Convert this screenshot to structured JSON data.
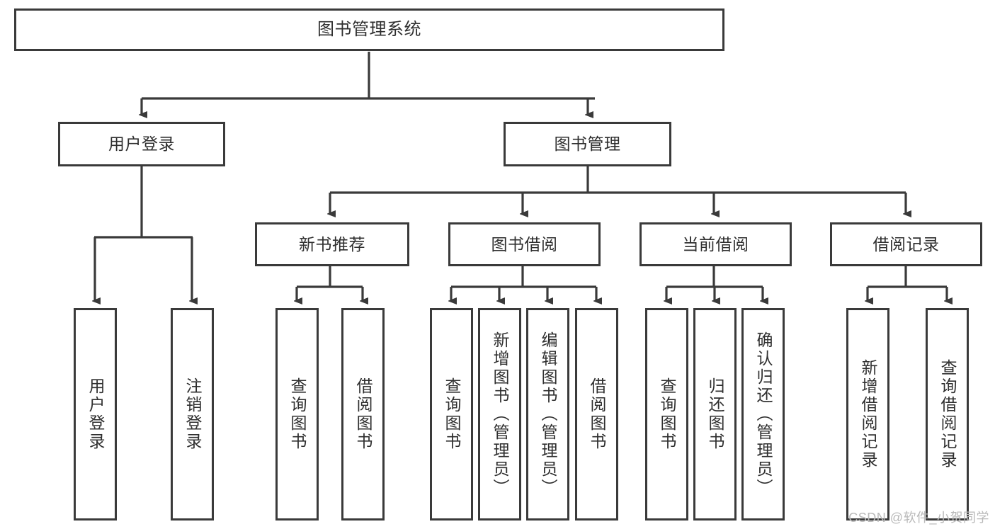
{
  "diagram": {
    "title": "图书管理系统",
    "type": "hierarchy-tree",
    "orientation": "top-down",
    "colors": {
      "background": "#ffffff",
      "node_border": "#3a3a3a",
      "node_fill": "#ffffff",
      "text": "#2f2f2f",
      "connector": "#3a3a3a",
      "watermark": "#b9b9b9"
    },
    "watermark": "CSDN @软件_小贺同学",
    "levels": {
      "level0": [
        {
          "id": "root",
          "label": "图书管理系统"
        }
      ],
      "level1": [
        {
          "id": "user-login",
          "label": "用户登录"
        },
        {
          "id": "book-manage",
          "label": "图书管理"
        }
      ],
      "level2": [
        {
          "id": "new-book-rec",
          "label": "新书推荐",
          "parent": "book-manage"
        },
        {
          "id": "book-borrow",
          "label": "图书借阅",
          "parent": "book-manage"
        },
        {
          "id": "current-borrow",
          "label": "当前借阅",
          "parent": "book-manage"
        },
        {
          "id": "borrow-record",
          "label": "借阅记录",
          "parent": "book-manage"
        }
      ],
      "leaves": [
        {
          "id": "leaf-user-login",
          "label": "用户登录",
          "parent": "user-login"
        },
        {
          "id": "leaf-logout",
          "label": "注销登录",
          "parent": "user-login"
        },
        {
          "id": "leaf-query-book-1",
          "label": "查询图书",
          "parent": "new-book-rec"
        },
        {
          "id": "leaf-borrow-book-1",
          "label": "借阅图书",
          "parent": "new-book-rec"
        },
        {
          "id": "leaf-query-book-2",
          "label": "查询图书",
          "parent": "book-borrow"
        },
        {
          "id": "leaf-add-book",
          "label": "新增图书（管理员）",
          "parent": "book-borrow"
        },
        {
          "id": "leaf-edit-book",
          "label": "编辑图书（管理员）",
          "parent": "book-borrow"
        },
        {
          "id": "leaf-borrow-book-2",
          "label": "借阅图书",
          "parent": "book-borrow"
        },
        {
          "id": "leaf-query-book-3",
          "label": "查询图书",
          "parent": "current-borrow"
        },
        {
          "id": "leaf-return-book",
          "label": "归还图书",
          "parent": "current-borrow"
        },
        {
          "id": "leaf-confirm-return",
          "label": "确认归还（管理员）",
          "parent": "current-borrow"
        },
        {
          "id": "leaf-add-record",
          "label": "新增借阅记录",
          "parent": "borrow-record"
        },
        {
          "id": "leaf-query-record",
          "label": "查询借阅记录",
          "parent": "borrow-record"
        }
      ]
    }
  }
}
